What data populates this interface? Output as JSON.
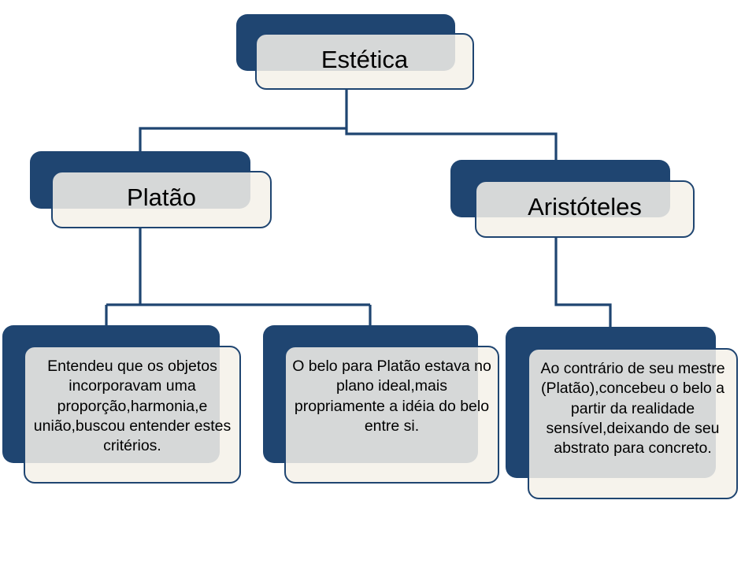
{
  "diagram": {
    "type": "hierarchy-tree",
    "title_node": "Estética",
    "colors": {
      "shadow_plate": "#1F4571",
      "card_border": "#1F4571",
      "card_fill": "#F5F1E9",
      "overlap_fill": "#D9DCD8",
      "connector": "#1F4571",
      "background": "#FFFFFF",
      "text": "#000000"
    },
    "nodes": {
      "root": {
        "label": "Estética"
      },
      "platao": {
        "label": "Platão"
      },
      "aristoteles": {
        "label": "Aristóteles"
      },
      "leaf_1": {
        "label": "Entendeu que os objetos incorporavam uma proporção,harmonia,e união,buscou entender estes critérios."
      },
      "leaf_2": {
        "label": "O belo para Platão estava no plano ideal,mais propriamente a idéia do belo entre si."
      },
      "leaf_3": {
        "label": "Ao contrário de seu mestre (Platão),concebeu o belo a partir da realidade sensível,deixando de seu abstrato para concreto."
      }
    },
    "edges": [
      {
        "from": "root",
        "to": "platao"
      },
      {
        "from": "root",
        "to": "aristoteles"
      },
      {
        "from": "platao",
        "to": "leaf_1"
      },
      {
        "from": "platao",
        "to": "leaf_2"
      },
      {
        "from": "aristoteles",
        "to": "leaf_3"
      }
    ]
  }
}
